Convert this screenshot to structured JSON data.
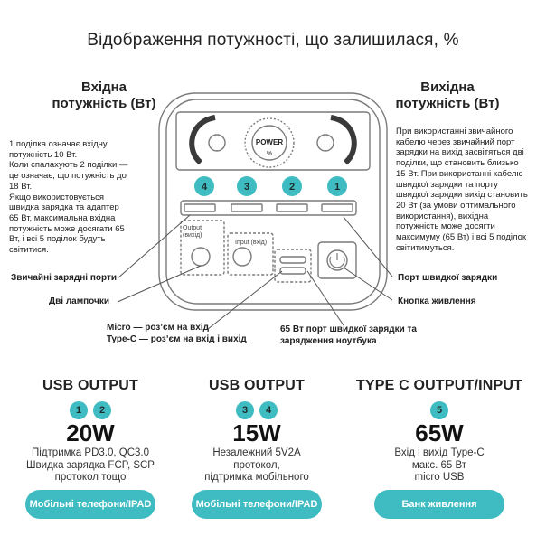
{
  "title": "Відображення потужності, що залишилася, %",
  "input_head": "Вхідна\nпотужність (Вт)",
  "output_head": "Вихідна\nпотужність (Вт)",
  "input_note": "1 поділка означає вхідну\nпотужність 10 Вт.\nКоли спалахують 2 поділки —\nце означає, що потужність до\n18 Вт.\nЯкщо використовується\nшвидка зарядка та адаптер\n65 Вт, максимальна вхідна\nпотужність може досягати 65\nВт, і всі 5 поділок будуть\nсвітитися.",
  "output_note": "При використанні звичайного\nкабелю через звичайний порт\nзарядки на вихід засвітяться дві\nподілки, що становить близько\n15 Вт. При використанні кабелю\nшвидкої зарядки та порту\nшвидкої зарядки вихід становить\n20 Вт (за умови оптимального\nвикористання), вихідна\nпотужність може досягти\nмаксимуму (65 Вт) і всі 5 поділок\nсвітитимуться.",
  "device": {
    "power_label": "POWER",
    "percent_label": "%",
    "output_port_label": "Output\n(вихід)",
    "input_port_label": "Input (вхід)",
    "port_numbers": [
      "4",
      "3",
      "2",
      "1"
    ]
  },
  "callouts": {
    "regular_ports": "Звичайні зарядні порти",
    "two_lamps": "Дві лампочки",
    "micro_typec": "Micro — розʼєм на вхід\nType-C — розʼєм на вхід і вихід",
    "fast_port": "Порт швидкої зарядки",
    "power_button": "Кнопка живлення",
    "laptop_port": "65 Вт порт швидкої зарядки та\nзарядження ноутбука"
  },
  "sections": [
    {
      "title": "USB OUTPUT",
      "badges": [
        "1",
        "2"
      ],
      "watt": "20W",
      "desc": "Підтримка PD3.0, QC3.0\nШвидка зарядка FCP, SCP\nпротокол тощо",
      "pill": "Мобільні телефони/IPAD"
    },
    {
      "title": "USB OUTPUT",
      "badges": [
        "3",
        "4"
      ],
      "watt": "15W",
      "desc": "Незалежний 5V2A\nпротокол,\nпідтримка мобільного",
      "pill": "Мобільні телефони/IPAD"
    },
    {
      "title": "TYPE C OUTPUT/INPUT",
      "badges": [
        "5"
      ],
      "watt": "65W",
      "desc": "Вхід і вихід Type-C\nмакс. 65 Вт\nmicro USB",
      "pill": "Банк живлення"
    }
  ],
  "colors": {
    "accent": "#3fbcc1",
    "outline": "#7a7a7a"
  }
}
